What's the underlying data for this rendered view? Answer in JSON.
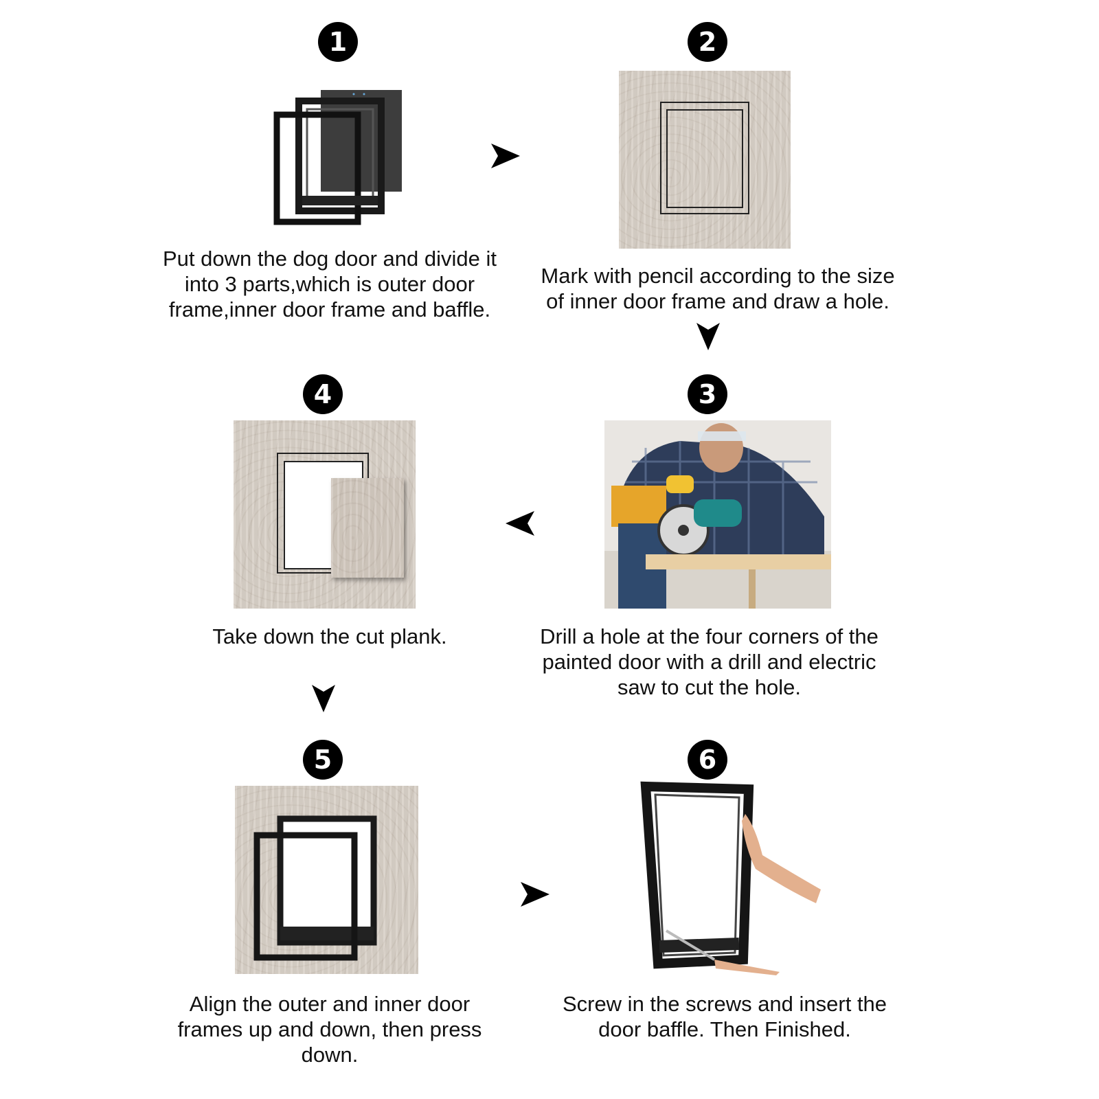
{
  "steps": [
    {
      "number": "1",
      "caption_lines": [
        "Put down the dog door and divide it",
        "into 3 parts,which is outer door",
        "frame,inner door frame and baffle."
      ]
    },
    {
      "number": "2",
      "caption_lines": [
        "Mark with pencil according to the size",
        "of inner door frame and draw a hole."
      ]
    },
    {
      "number": "3",
      "caption_lines": [
        "Drill a hole at the four corners of the",
        "painted door with a drill and electric",
        "saw to cut the hole."
      ]
    },
    {
      "number": "4",
      "caption_lines": [
        "Take down the cut plank."
      ]
    },
    {
      "number": "5",
      "caption_lines": [
        "Align the outer and inner door",
        "frames up and down, then press",
        "down."
      ]
    },
    {
      "number": "6",
      "caption_lines": [
        "Screw in the screws and insert the",
        "door baffle. Then Finished."
      ]
    }
  ],
  "arrows": [
    {
      "from": "1",
      "to": "2",
      "direction": "right"
    },
    {
      "from": "2",
      "to": "3",
      "direction": "down"
    },
    {
      "from": "3",
      "to": "4",
      "direction": "left"
    },
    {
      "from": "4",
      "to": "5",
      "direction": "down"
    },
    {
      "from": "5",
      "to": "6",
      "direction": "right"
    }
  ],
  "colors": {
    "badge": "#000000",
    "wood": "#d8d0c7",
    "frame": "#1a1a1a",
    "baffle": "#3d3d3d"
  },
  "illustrations": {
    "1": "dog-door-three-parts",
    "2": "wood-panel-pencil-outline",
    "3": "man-cutting-with-circular-saw-photo",
    "4": "wood-panel-cut-plank-removed",
    "5": "frames-aligned-on-wood-panel",
    "6": "hand-inserting-door-baffle"
  }
}
